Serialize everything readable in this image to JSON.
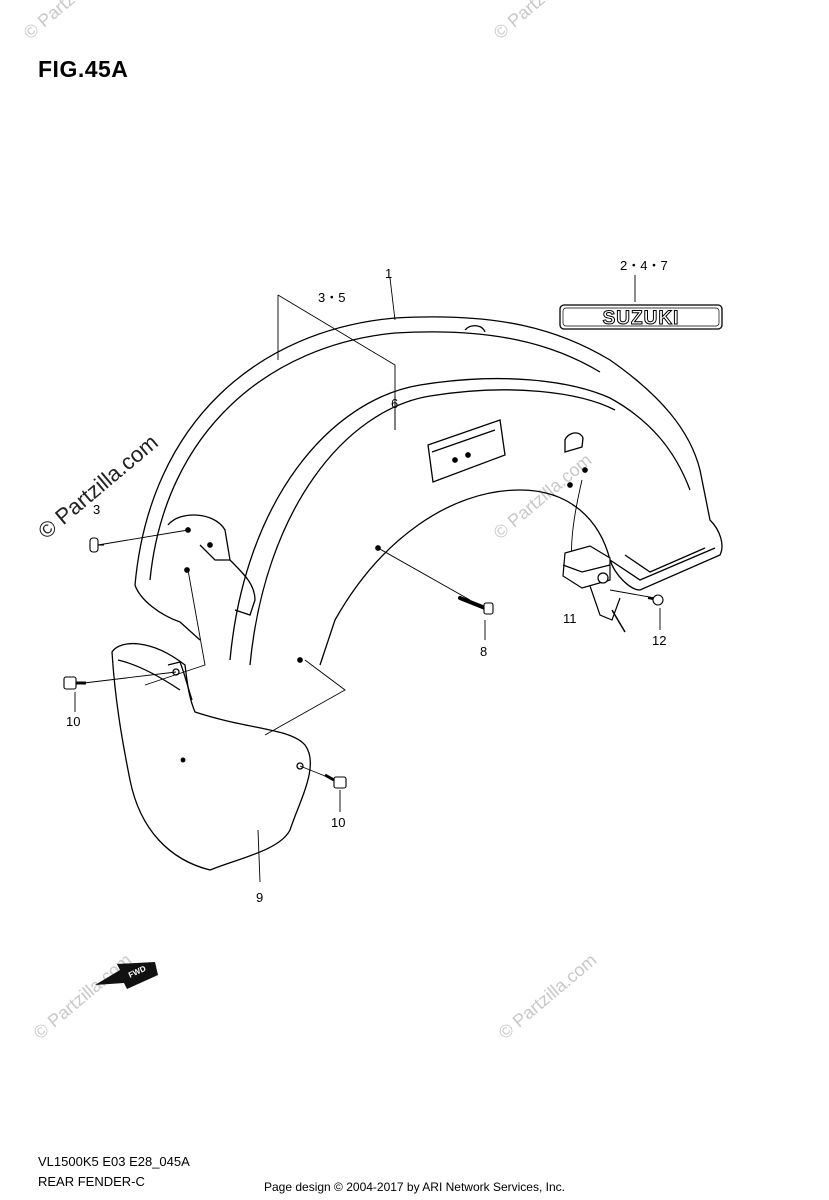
{
  "figure_title": "FIG.45A",
  "callouts": {
    "p1": "1",
    "p245": "2・4・7",
    "p35": "3・5",
    "p6": "6",
    "p3": "3",
    "p8": "8",
    "p10a": "10",
    "p10b": "10",
    "p11": "11",
    "p12": "12",
    "p9": "9"
  },
  "emblem_text": "SUZUKI",
  "fwd_text": "FWD",
  "watermarks": {
    "small": "© Partzilla.com",
    "main": "© Partzilla.com"
  },
  "footer": {
    "diagram_code": "VL1500K5 E03 E28_045A",
    "section_name": "REAR FENDER-C",
    "credit": "Page design © 2004-2017 by ARI Network Services, Inc."
  }
}
